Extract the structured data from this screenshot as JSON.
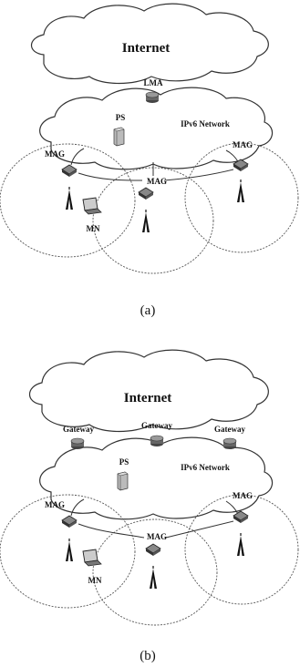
{
  "panel_a": {
    "cloud_label": "Internet",
    "anchor_label": "LMA",
    "ps_label": "PS",
    "network_label": "IPv6 Network",
    "mag_left_label": "MAG",
    "mag_center_label": "MAG",
    "mag_right_label": "MAG",
    "mn_label": "MN",
    "caption": "(a)"
  },
  "panel_b": {
    "cloud_label": "Internet",
    "gateway_left_label": "Gateway",
    "gateway_center_label": "Gateway",
    "gateway_right_label": "Gateway",
    "ps_label": "PS",
    "network_label": "IPv6 Network",
    "mag_left_label": "MAG",
    "mag_center_label": "MAG",
    "mag_right_label": "MAG",
    "mn_label": "MN",
    "caption": "(b)"
  }
}
